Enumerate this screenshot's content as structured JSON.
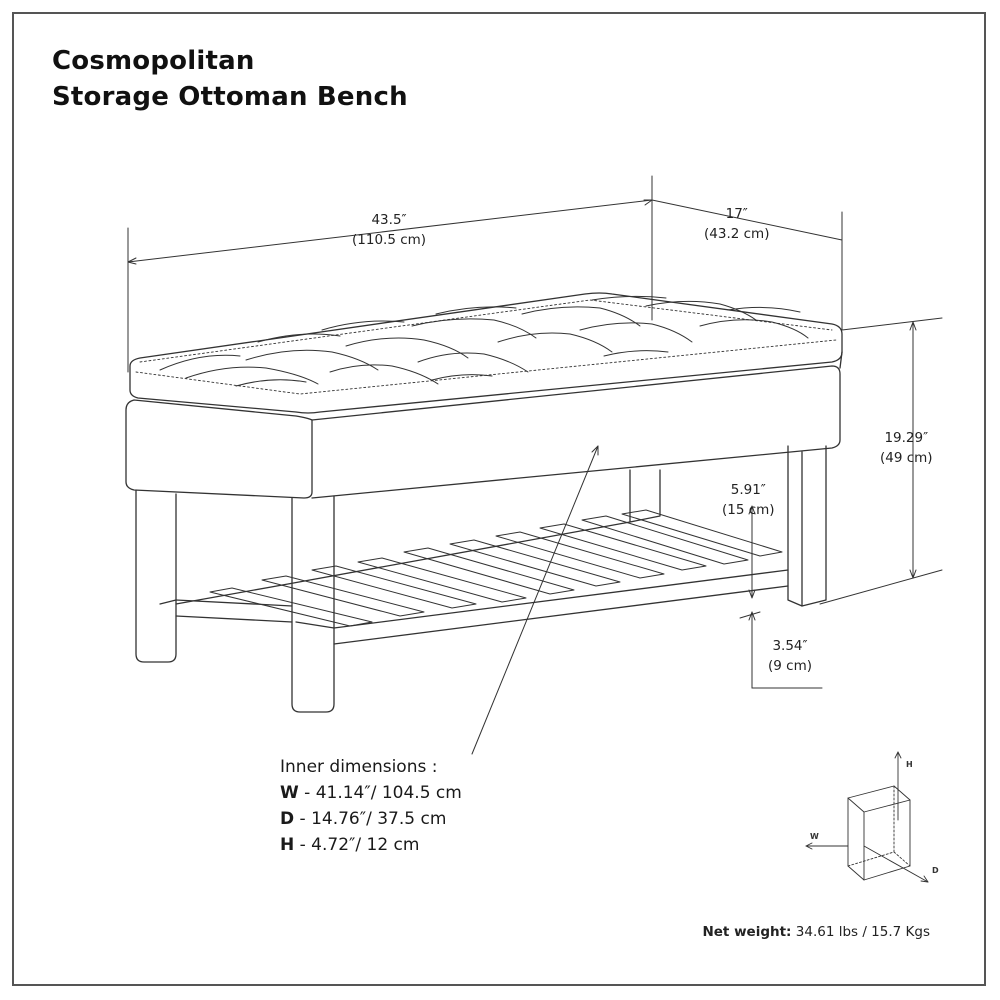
{
  "title": {
    "line1": "Cosmopolitan",
    "line2": "Storage Ottoman Bench"
  },
  "dimensions": {
    "width": {
      "in": "43.5″",
      "cm": "(110.5 cm)"
    },
    "depth": {
      "in": "17″",
      "cm": "(43.2 cm)"
    },
    "height": {
      "in": "19.29″",
      "cm": "(49 cm)"
    },
    "shelf_height": {
      "in": "5.91″",
      "cm": "(15 cm)"
    },
    "leg_clearance": {
      "in": "3.54″",
      "cm": "(9 cm)"
    }
  },
  "inner_dimensions": {
    "heading": "Inner dimensions :",
    "rows": [
      {
        "key": "W",
        "value": " - 41.14″/ 104.5 cm"
      },
      {
        "key": "D",
        "value": " - 14.76″/ 37.5 cm"
      },
      {
        "key": "H",
        "value": " - 4.72″/ 12 cm"
      }
    ]
  },
  "axes": {
    "h": "H",
    "w": "W",
    "d": "D"
  },
  "net_weight": {
    "label": "Net weight:",
    "value": " 34.61 lbs / 15.7 Kgs"
  }
}
